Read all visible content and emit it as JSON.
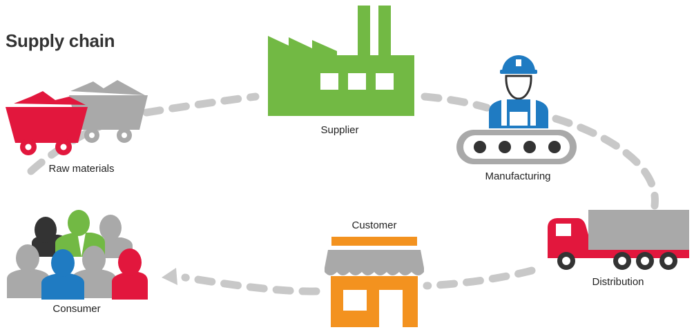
{
  "title": "Supply chain",
  "colors": {
    "red": "#e2173d",
    "gray": "#a9a9a9",
    "green": "#72b944",
    "blue": "#1f7bc2",
    "orange": "#f3921f",
    "dark": "#333333"
  },
  "icons": {
    "raw_materials": "mine-cart-icon",
    "supplier": "factory-icon",
    "manufacturing": "worker-conveyor-icon",
    "distribution": "truck-icon",
    "customer": "shop-icon",
    "consumer": "people-group-icon"
  },
  "nodes": [
    {
      "id": "raw-materials",
      "label": "Raw materials"
    },
    {
      "id": "supplier",
      "label": "Supplier"
    },
    {
      "id": "manufacturing",
      "label": "Manufacturing"
    },
    {
      "id": "distribution",
      "label": "Distribution"
    },
    {
      "id": "customer",
      "label": "Customer"
    },
    {
      "id": "consumer",
      "label": "Consumer"
    }
  ]
}
